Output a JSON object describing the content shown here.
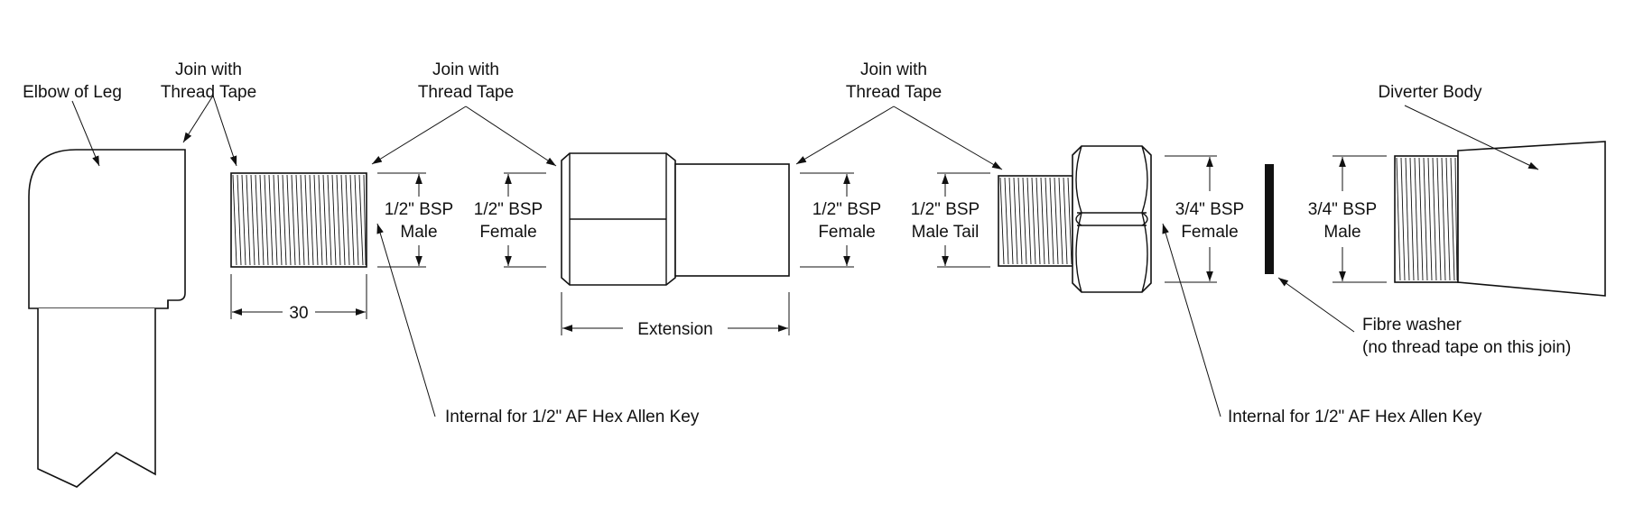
{
  "labels": {
    "elbow_of_leg": "Elbow of Leg",
    "join_1_line1": "Join with",
    "join_1_line2": "Thread Tape",
    "join_2_line1": "Join with",
    "join_2_line2": "Thread Tape",
    "join_3_line1": "Join with",
    "join_3_line2": "Thread Tape",
    "diverter_body": "Diverter Body",
    "bsp_half_male_1": "1/2\" BSP",
    "bsp_half_male_2": "Male",
    "bsp_half_female_a1": "1/2\" BSP",
    "bsp_half_female_a2": "Female",
    "bsp_half_female_b1": "1/2\" BSP",
    "bsp_half_female_b2": "Female",
    "bsp_half_male_tail_1": "1/2\" BSP",
    "bsp_half_male_tail_2": "Male Tail",
    "bsp_3q_female_1": "3/4\" BSP",
    "bsp_3q_female_2": "Female",
    "bsp_3q_male_1": "3/4\" BSP",
    "bsp_3q_male_2": "Male",
    "dim_30": "30",
    "extension": "Extension",
    "fibre_washer_1": "Fibre washer",
    "fibre_washer_2": "(no thread tape on this join)",
    "allen_key_left": "Internal for 1/2\" AF Hex Allen Key",
    "allen_key_right": "Internal for 1/2\" AF Hex Allen Key"
  },
  "colors": {
    "line": "#111111",
    "background": "#ffffff",
    "washer": "#111111"
  }
}
